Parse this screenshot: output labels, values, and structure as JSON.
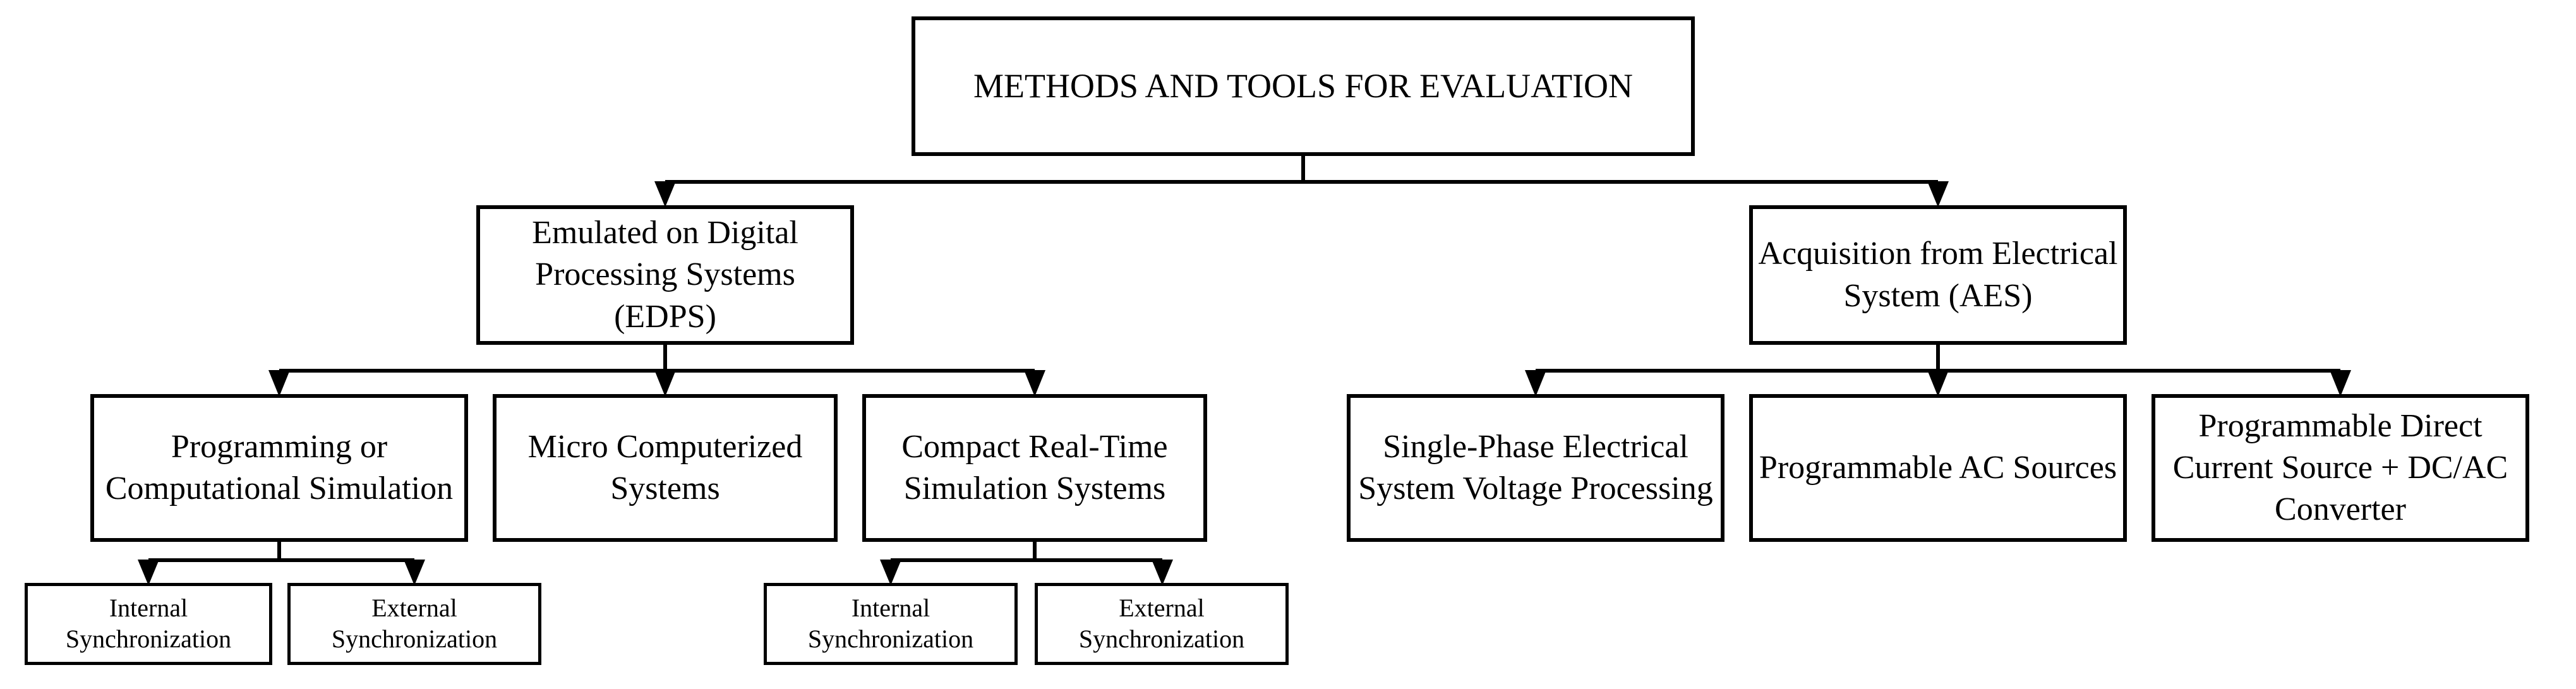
{
  "diagram": {
    "type": "flowchart-tree",
    "colors": {
      "line": "#000000",
      "box_fill": "#ffffff",
      "text": "#000000",
      "page_background": "#ffffff"
    },
    "nodes": {
      "root": {
        "label": "METHODS AND TOOLS FOR EVALUATION"
      },
      "edps": {
        "label": "Emulated on Digital Processing Systems (EDPS)"
      },
      "aes": {
        "label": "Acquisition from Electrical System (AES)"
      },
      "programming": {
        "label": "Programming or Computational Simulation"
      },
      "micro": {
        "label": "Micro Computerized Systems"
      },
      "compact": {
        "label": "Compact Real-Time Simulation Systems"
      },
      "single_phase": {
        "label": "Single-Phase Electrical System Voltage Processing"
      },
      "prog_ac": {
        "label": "Programmable AC Sources"
      },
      "prog_dc": {
        "label": "Programmable Direct Current Source + DC/AC Converter"
      },
      "int_sync_prog": {
        "label": "Internal Synchronization"
      },
      "ext_sync_prog": {
        "label": "External Synchronization"
      },
      "int_sync_crt": {
        "label": "Internal Synchronization"
      },
      "ext_sync_crt": {
        "label": "External Synchronization"
      }
    },
    "edges": [
      {
        "from": "root",
        "to": "edps"
      },
      {
        "from": "root",
        "to": "aes"
      },
      {
        "from": "edps",
        "to": "programming"
      },
      {
        "from": "edps",
        "to": "micro"
      },
      {
        "from": "edps",
        "to": "compact"
      },
      {
        "from": "aes",
        "to": "single_phase"
      },
      {
        "from": "aes",
        "to": "prog_ac"
      },
      {
        "from": "aes",
        "to": "prog_dc"
      },
      {
        "from": "programming",
        "to": "int_sync_prog"
      },
      {
        "from": "programming",
        "to": "ext_sync_prog"
      },
      {
        "from": "compact",
        "to": "int_sync_crt"
      },
      {
        "from": "compact",
        "to": "ext_sync_crt"
      }
    ]
  }
}
